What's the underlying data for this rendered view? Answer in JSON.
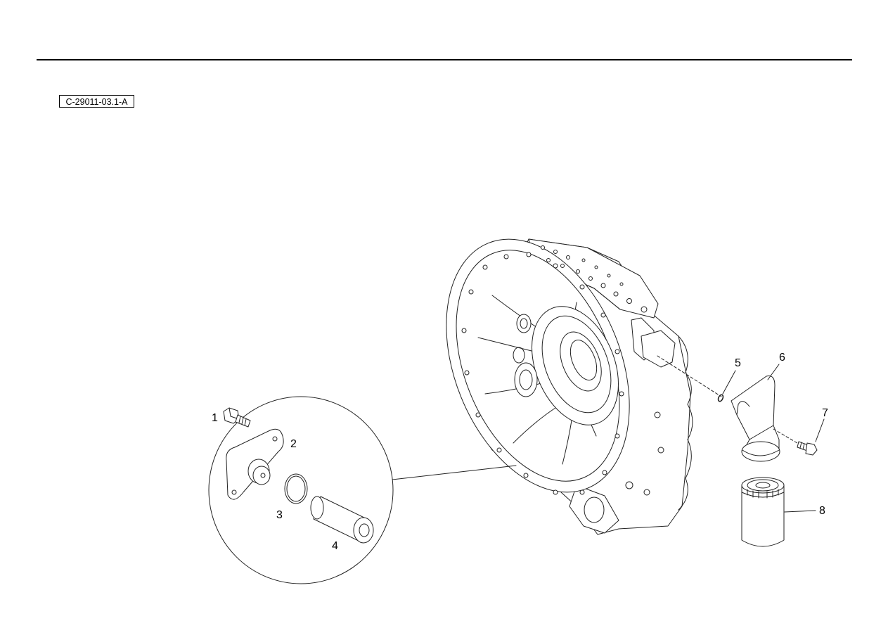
{
  "reference_code": "C-29011-03.1-A",
  "callouts": {
    "c1": "1",
    "c2": "2",
    "c3": "3",
    "c4": "4",
    "c5": "5",
    "c6": "6",
    "c7": "7",
    "c8": "8"
  }
}
